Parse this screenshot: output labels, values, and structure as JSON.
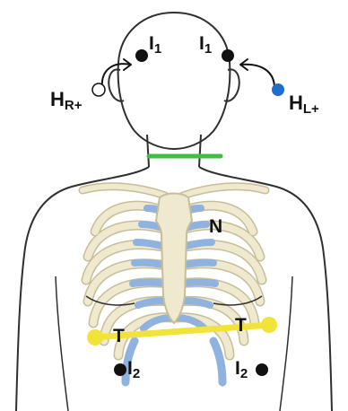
{
  "colors": {
    "outline": "#2f2f2f",
    "rib_fill": "#efe9cf",
    "rib_stroke": "#c7bd98",
    "cartilage": "#8fb3de",
    "neck_line": "#3fbf3f",
    "torso_line": "#f2e33a",
    "right_electrode": "#ffffff",
    "left_electrode": "#1f6fc9",
    "dark_electrode": "#111111"
  },
  "electrodes": {
    "i1_right": {
      "label": "I",
      "subscript": "1",
      "icon": "black-dot"
    },
    "i1_left": {
      "label": "I",
      "subscript": "1",
      "icon": "black-dot"
    },
    "h_right": {
      "label": "H",
      "subscript": "R+",
      "icon": "white-dot"
    },
    "h_left": {
      "label": "H",
      "subscript": "L+",
      "icon": "blue-dot"
    },
    "n": {
      "label": "N"
    },
    "t_right": {
      "label": "T",
      "icon": "yellow-dot"
    },
    "t_left": {
      "label": "T",
      "icon": "yellow-dot"
    },
    "i2_right": {
      "label": "I",
      "subscript": "2",
      "icon": "black-dot"
    },
    "i2_left": {
      "label": "I",
      "subscript": "2",
      "icon": "black-dot"
    }
  }
}
